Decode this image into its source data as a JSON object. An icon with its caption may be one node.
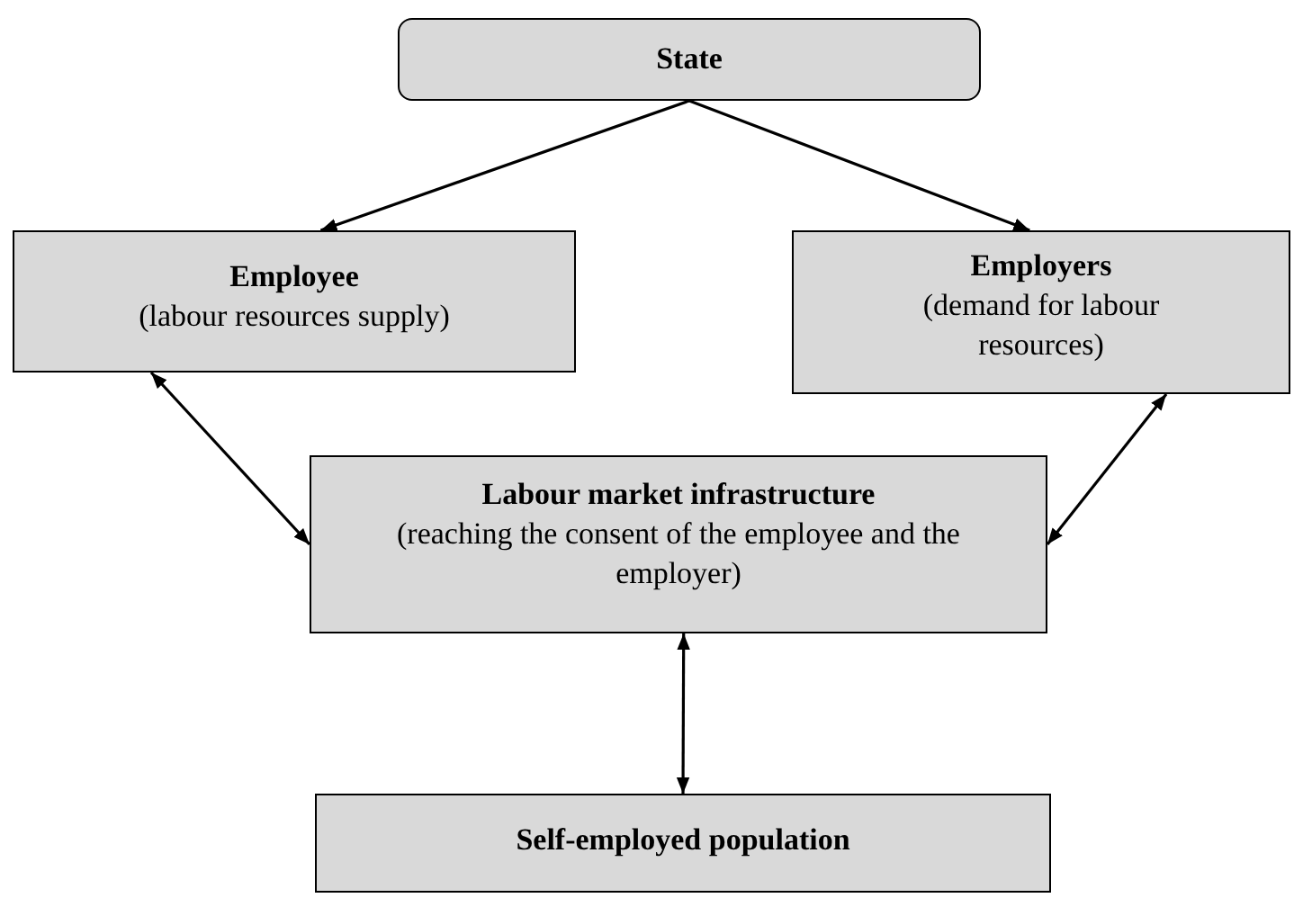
{
  "diagram": {
    "nodes": [
      {
        "text": [
          "State"
        ]
      },
      {
        "text": [
          "Employee",
          "(labour resources supply)"
        ]
      },
      {
        "text": [
          "Employers",
          "(demand for labour resources)"
        ]
      },
      {
        "text": [
          "Labour market infrastructure",
          "(reaching the consent of the employee and the employer)"
        ]
      },
      {
        "text": [
          "Self-employed population"
        ]
      }
    ],
    "edges": [
      {
        "from": 0,
        "to": 1,
        "arrow": "to"
      },
      {
        "from": 0,
        "to": 2,
        "arrow": "to"
      },
      {
        "from": 1,
        "to": 3,
        "arrow": "both"
      },
      {
        "from": 2,
        "to": 3,
        "arrow": "both"
      },
      {
        "from": 3,
        "to": 4,
        "arrow": "both"
      }
    ]
  }
}
